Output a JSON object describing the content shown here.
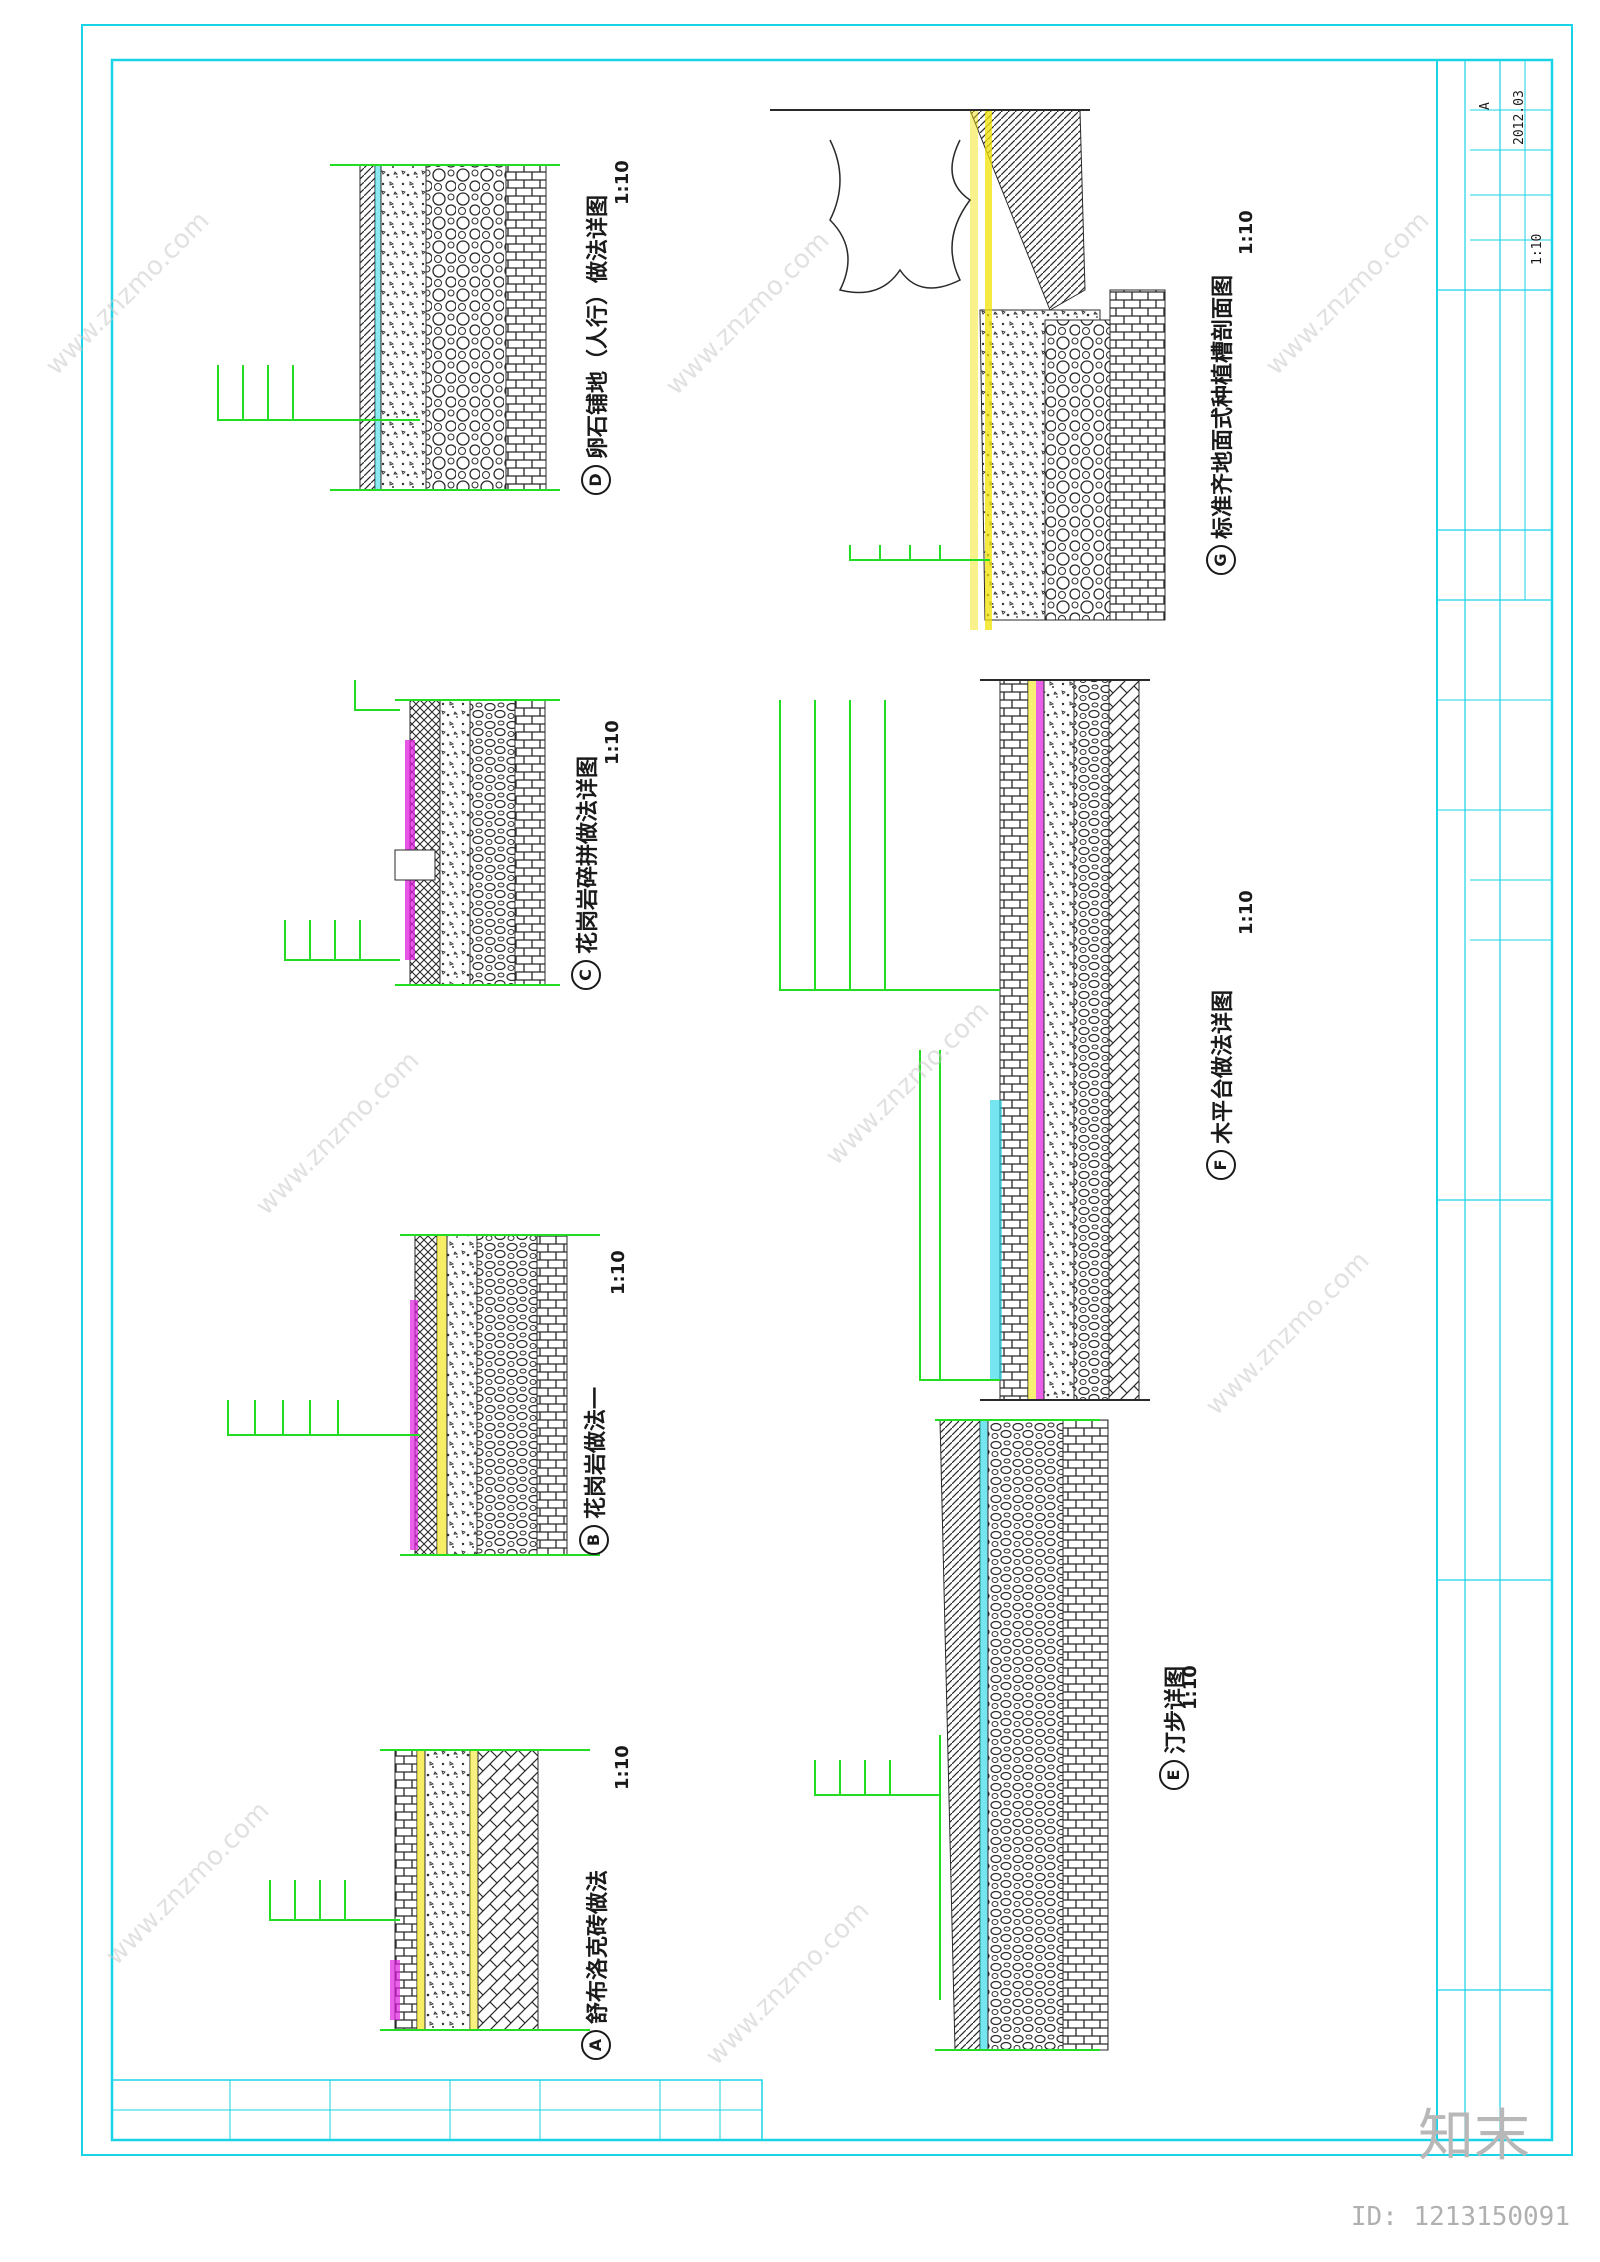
{
  "colors": {
    "frame": "#19d3e6",
    "hatch": "#2a2a2a",
    "leader": "#22dd22",
    "accent_yellow": "#f2e300",
    "accent_magenta": "#e01de0",
    "accent_cyan": "#19d3e6"
  },
  "details": [
    {
      "id": "A",
      "title": "舒布洛克砖做法",
      "scale": "1:10"
    },
    {
      "id": "B",
      "title": "花岗岩做法一",
      "scale": "1:10"
    },
    {
      "id": "C",
      "title": "花岗岩碎拼做法详图",
      "scale": "1:10"
    },
    {
      "id": "D",
      "title": "卵石铺地（人行）做法详图",
      "scale": "1:10"
    },
    {
      "id": "E",
      "title": "汀步详图",
      "scale": "1:10"
    },
    {
      "id": "F",
      "title": "木平台做法详图",
      "scale": "1:10"
    },
    {
      "id": "G",
      "title": "标准齐地面式种植槽剖面图",
      "scale": "1:10"
    }
  ],
  "title_block": {
    "date": "2012.03",
    "sheet": "A",
    "scale": "1:10"
  },
  "branding": {
    "site_mark": "知末",
    "image_id": "ID: 1213150091",
    "watermark": "www.znzmo.com"
  }
}
